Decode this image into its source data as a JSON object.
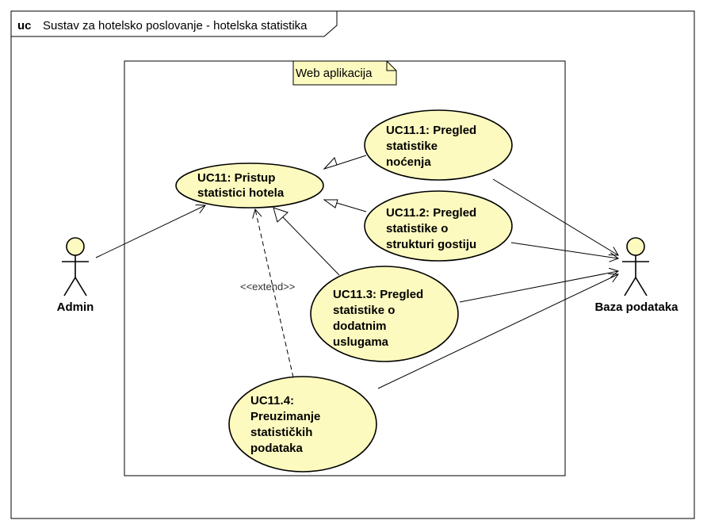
{
  "frame": {
    "keyword": "uc",
    "title": "Sustav za hotelsko poslovanje - hotelska statistika"
  },
  "system": {
    "name": "Web aplikacija"
  },
  "actors": {
    "admin": "Admin",
    "database": "Baza podataka"
  },
  "use_cases": {
    "uc11": {
      "lines": [
        "UC11: Pristup",
        "statistici hotela"
      ]
    },
    "uc11_1": {
      "lines": [
        "UC11.1: Pregled",
        "statistike",
        "noćenja"
      ]
    },
    "uc11_2": {
      "lines": [
        "UC11.2: Pregled",
        "statistike o",
        "strukturi gostiju"
      ]
    },
    "uc11_3": {
      "lines": [
        "UC11.3: Pregled",
        "statistike o",
        "dodatnim",
        "uslugama"
      ]
    },
    "uc11_4": {
      "lines": [
        "UC11.4:",
        "Preuzimanje",
        "statističkih",
        "podataka"
      ]
    }
  },
  "relations": {
    "extend_label": "<<extend>>"
  },
  "colors": {
    "use_case_fill": "#fdfabf",
    "note_fill": "#fdfabf",
    "line": "#000000"
  }
}
